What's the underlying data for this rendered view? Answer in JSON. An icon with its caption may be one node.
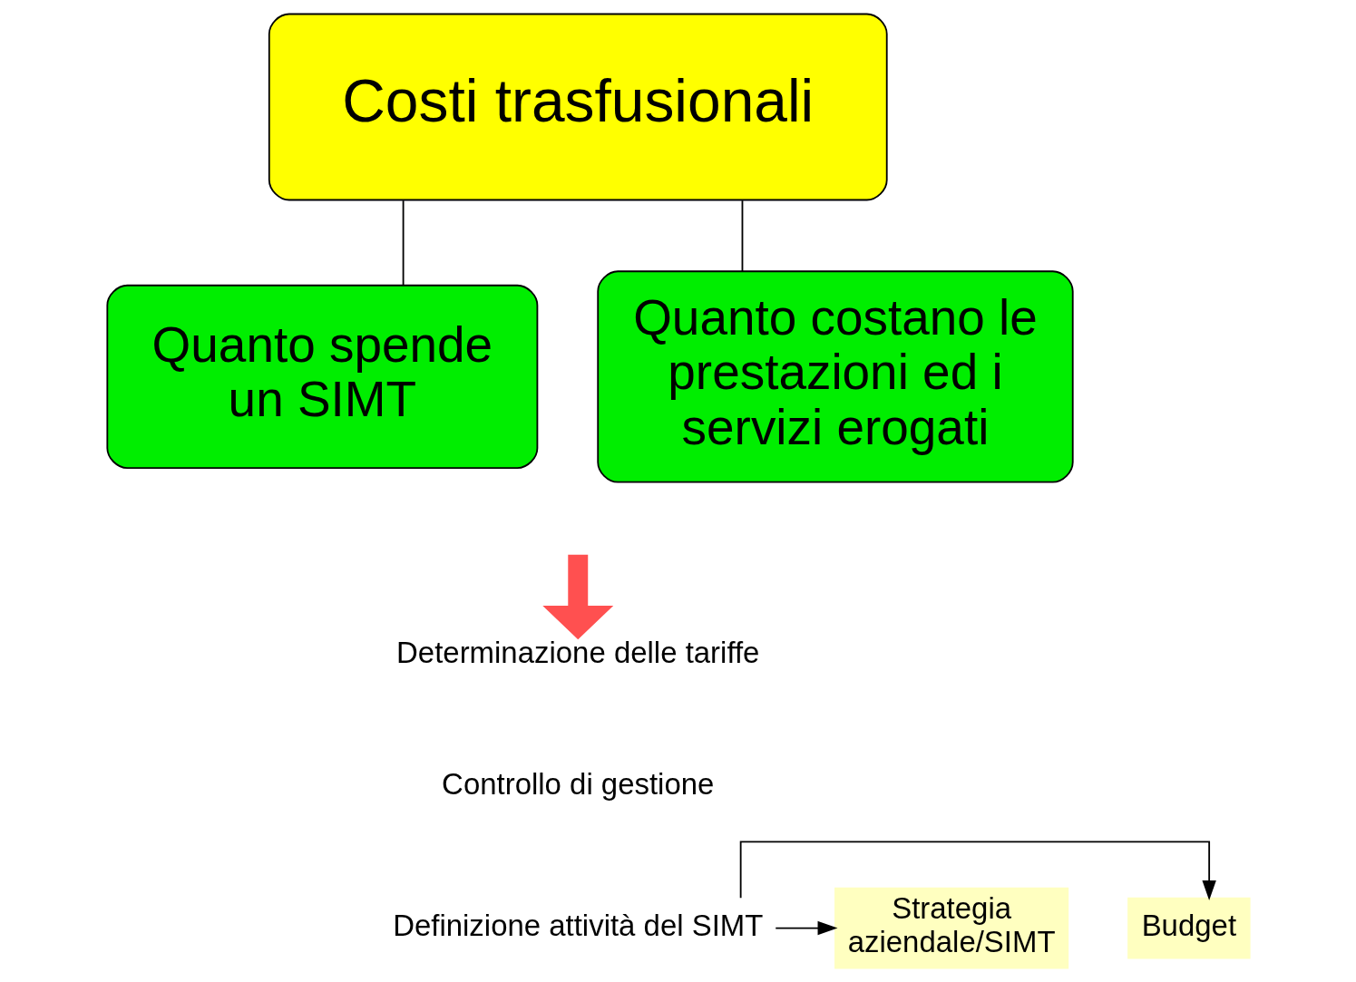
{
  "diagram": {
    "nodes": [
      {
        "text": [
          "Costi trasfusionali"
        ]
      },
      {
        "text": [
          "Quanto spende un SIMT"
        ]
      },
      {
        "text": [
          "Quanto costano le prestazioni ed i servizi erogati"
        ]
      },
      {
        "text": [
          "Determinazione delle tariffe"
        ]
      },
      {
        "text": [
          "Definizione attività del SIMT"
        ]
      },
      {
        "text": [
          "Budget"
        ]
      },
      {
        "text": [
          "Strategia aziendale/SIMT"
        ]
      }
    ],
    "edges": [
      {
        "from": 0,
        "to": 1,
        "arrow": "none"
      },
      {
        "from": 0,
        "to": 2,
        "arrow": "none"
      },
      {
        "from": null,
        "to": 3,
        "arrow": "to",
        "style": "thick",
        "color": "#ff5050"
      },
      {
        "from": 4,
        "to": 5,
        "arrow": "to"
      },
      {
        "from": 4,
        "to": 6,
        "arrow": "to"
      }
    ],
    "labels": [
      "Controllo di gestione"
    ]
  }
}
